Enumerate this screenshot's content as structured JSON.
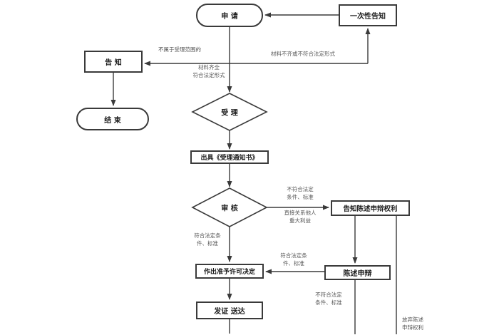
{
  "diagram": {
    "type": "flowchart",
    "language": "zh-CN",
    "colors": {
      "background": "#ffffff",
      "line": "#3a3a3a",
      "node_border": "#3a3a3a",
      "node_text": "#1c1c1c",
      "edge_label_text": "#565656"
    },
    "nodes": {
      "apply": {
        "label": "申 请",
        "type": "terminator"
      },
      "one_time_notice": {
        "label": "一次性告知",
        "type": "process"
      },
      "notify": {
        "label": "告 知",
        "type": "process"
      },
      "end": {
        "label": "结 束",
        "type": "terminator"
      },
      "accept": {
        "label": "受 理",
        "type": "decision"
      },
      "issue_notice": {
        "label": "出具《受理通知书》",
        "type": "process"
      },
      "review": {
        "label": "审 核",
        "type": "decision"
      },
      "notify_rights": {
        "label": "告知陈述申辩权利",
        "type": "process"
      },
      "statement": {
        "label": "陈述申辩",
        "type": "process"
      },
      "decision": {
        "label": "作出准予许可决定",
        "type": "process"
      },
      "deliver": {
        "label": "发证 送达",
        "type": "process"
      }
    },
    "edge_labels": {
      "not_in_scope": "不属于受理范围的",
      "materials_incomplete": "材料不齐或不符合法定形式",
      "materials_ok_1": "材料齐全",
      "materials_ok_2": "符合法定形式",
      "fail_review_1": "不符合法定",
      "fail_review_2": "条件、标准",
      "fail_review_3": "直接关系他人",
      "fail_review_4": "重大利益",
      "pass_review_1": "符合法定条",
      "pass_review_2": "件、标准",
      "pass_statement_1": "符合法定条",
      "pass_statement_2": "件、标准",
      "fail_statement_1": "不符合法定",
      "fail_statement_2": "条件、标准",
      "waive_1": "放弃陈述",
      "waive_2": "申辩权利"
    }
  }
}
